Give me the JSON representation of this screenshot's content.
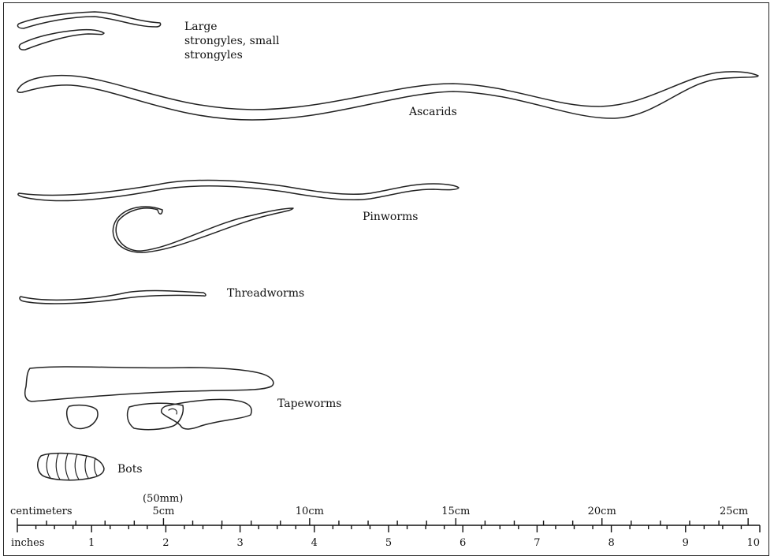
{
  "labels": {
    "strongyles": [
      "Large",
      "strongyles, small",
      "strongyles"
    ],
    "ascarids": "Ascarids",
    "pinworms": "Pinworms",
    "threadworms": "Threadworms",
    "tapeworms": "Tapeworms",
    "bots": "Bots"
  },
  "ruler": {
    "cm_title": "centimeters",
    "cm_note": "(50mm)",
    "cm_labels": [
      "5cm",
      "10cm",
      "15cm",
      "20cm",
      "25cm"
    ],
    "in_title": "inches",
    "in_labels": [
      "1",
      "2",
      "3",
      "4",
      "5",
      "6",
      "7",
      "8",
      "9",
      "10"
    ]
  }
}
